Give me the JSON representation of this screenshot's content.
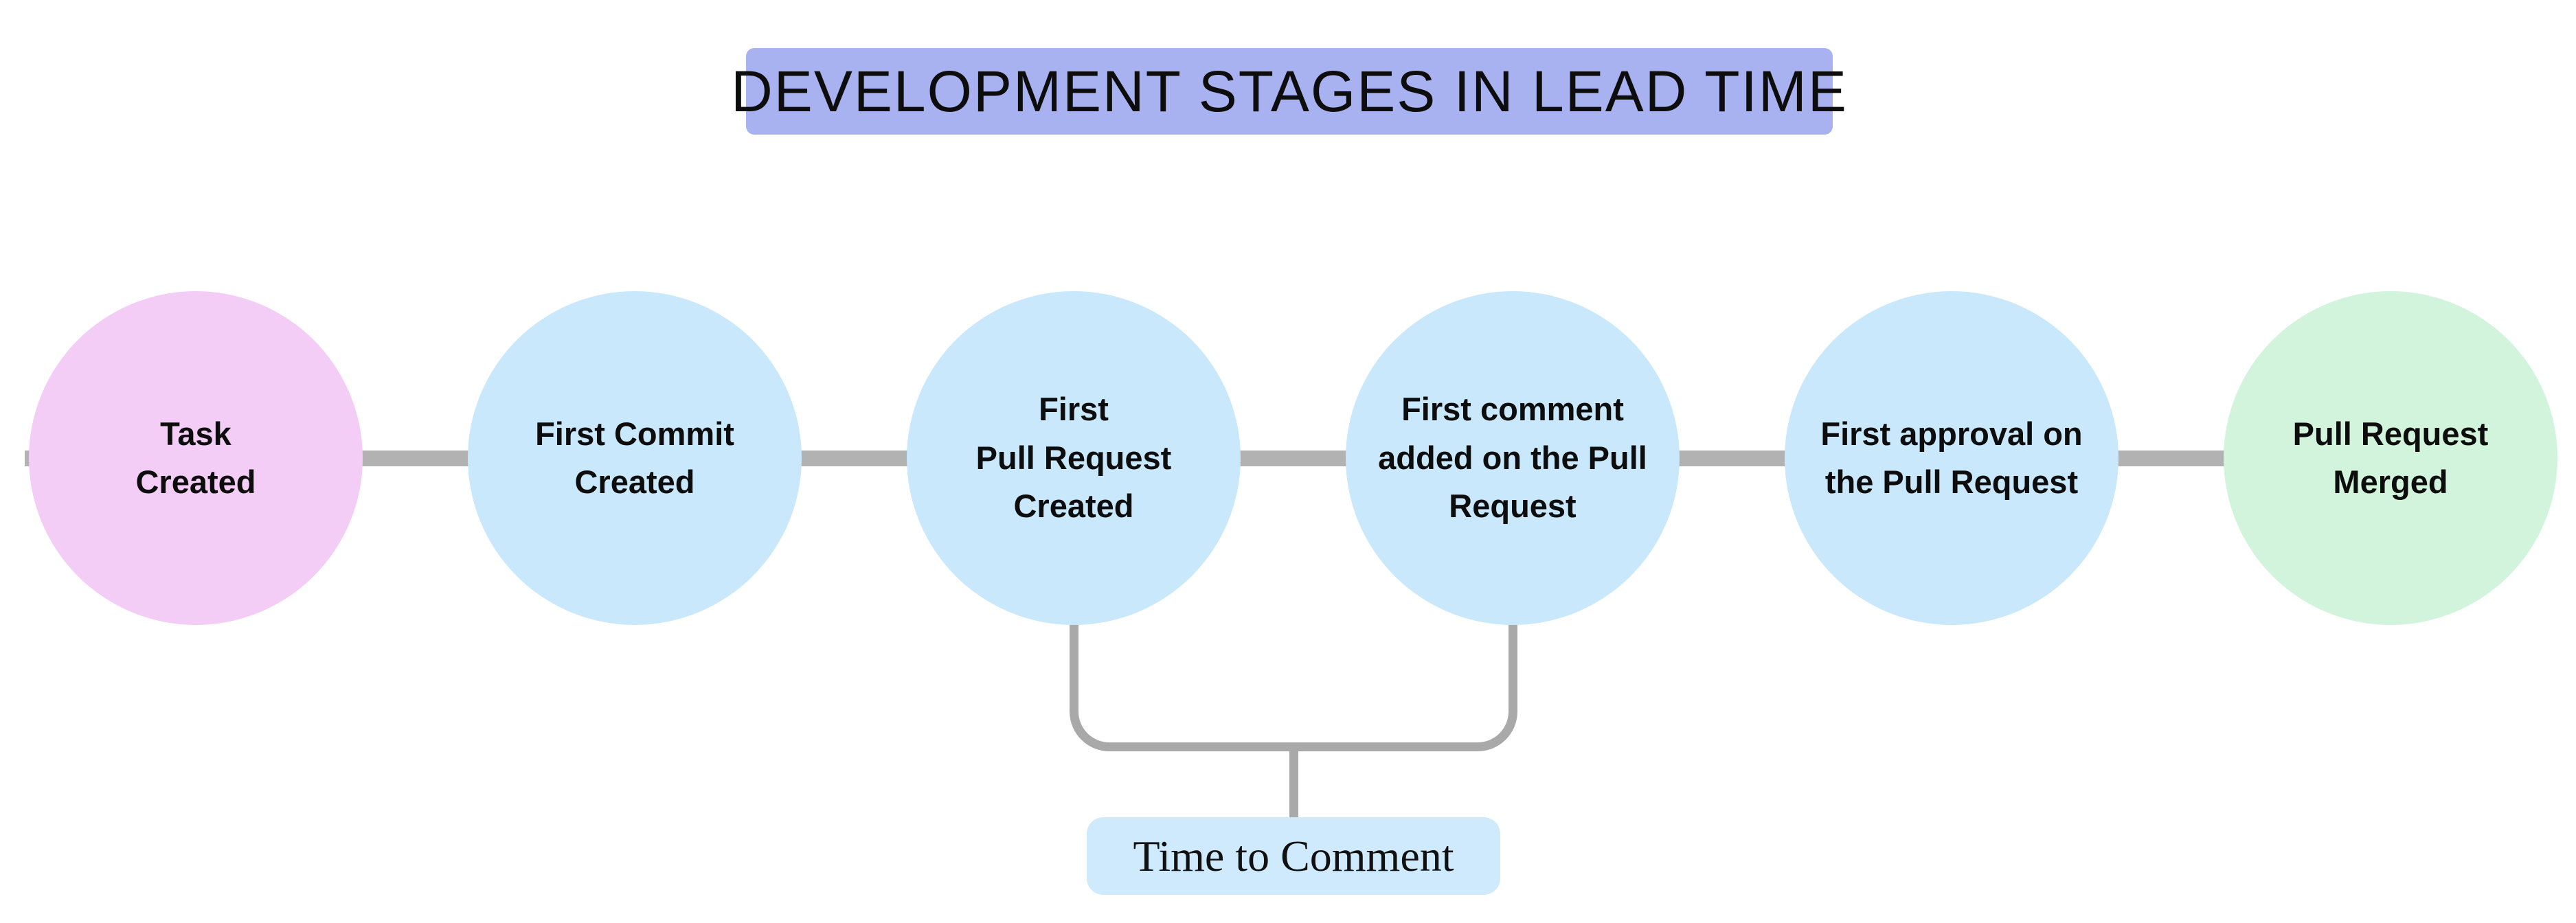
{
  "title": {
    "text": "DEVELOPMENT STAGES IN LEAD TIME"
  },
  "stages": [
    {
      "label": "Task\nCreated",
      "color": "pink"
    },
    {
      "label": "First Commit\nCreated",
      "color": "blue"
    },
    {
      "label": "First\nPull Request\nCreated",
      "color": "blue"
    },
    {
      "label": "First comment\nadded on the Pull\nRequest",
      "color": "blue"
    },
    {
      "label": "First approval on\nthe Pull Request",
      "color": "blue"
    },
    {
      "label": "Pull Request\nMerged",
      "color": "green"
    }
  ],
  "callout": {
    "label": "Time to Comment"
  },
  "colors": {
    "pink": "#f3cdf6",
    "blue": "#c9e8fb",
    "green": "#d2f4dc",
    "banner": "#a9b2f0",
    "callout_box": "#cfeafd",
    "connector": "#b2b2b2",
    "bracket": "#a9a9a9",
    "text": "#0d0d0d"
  }
}
